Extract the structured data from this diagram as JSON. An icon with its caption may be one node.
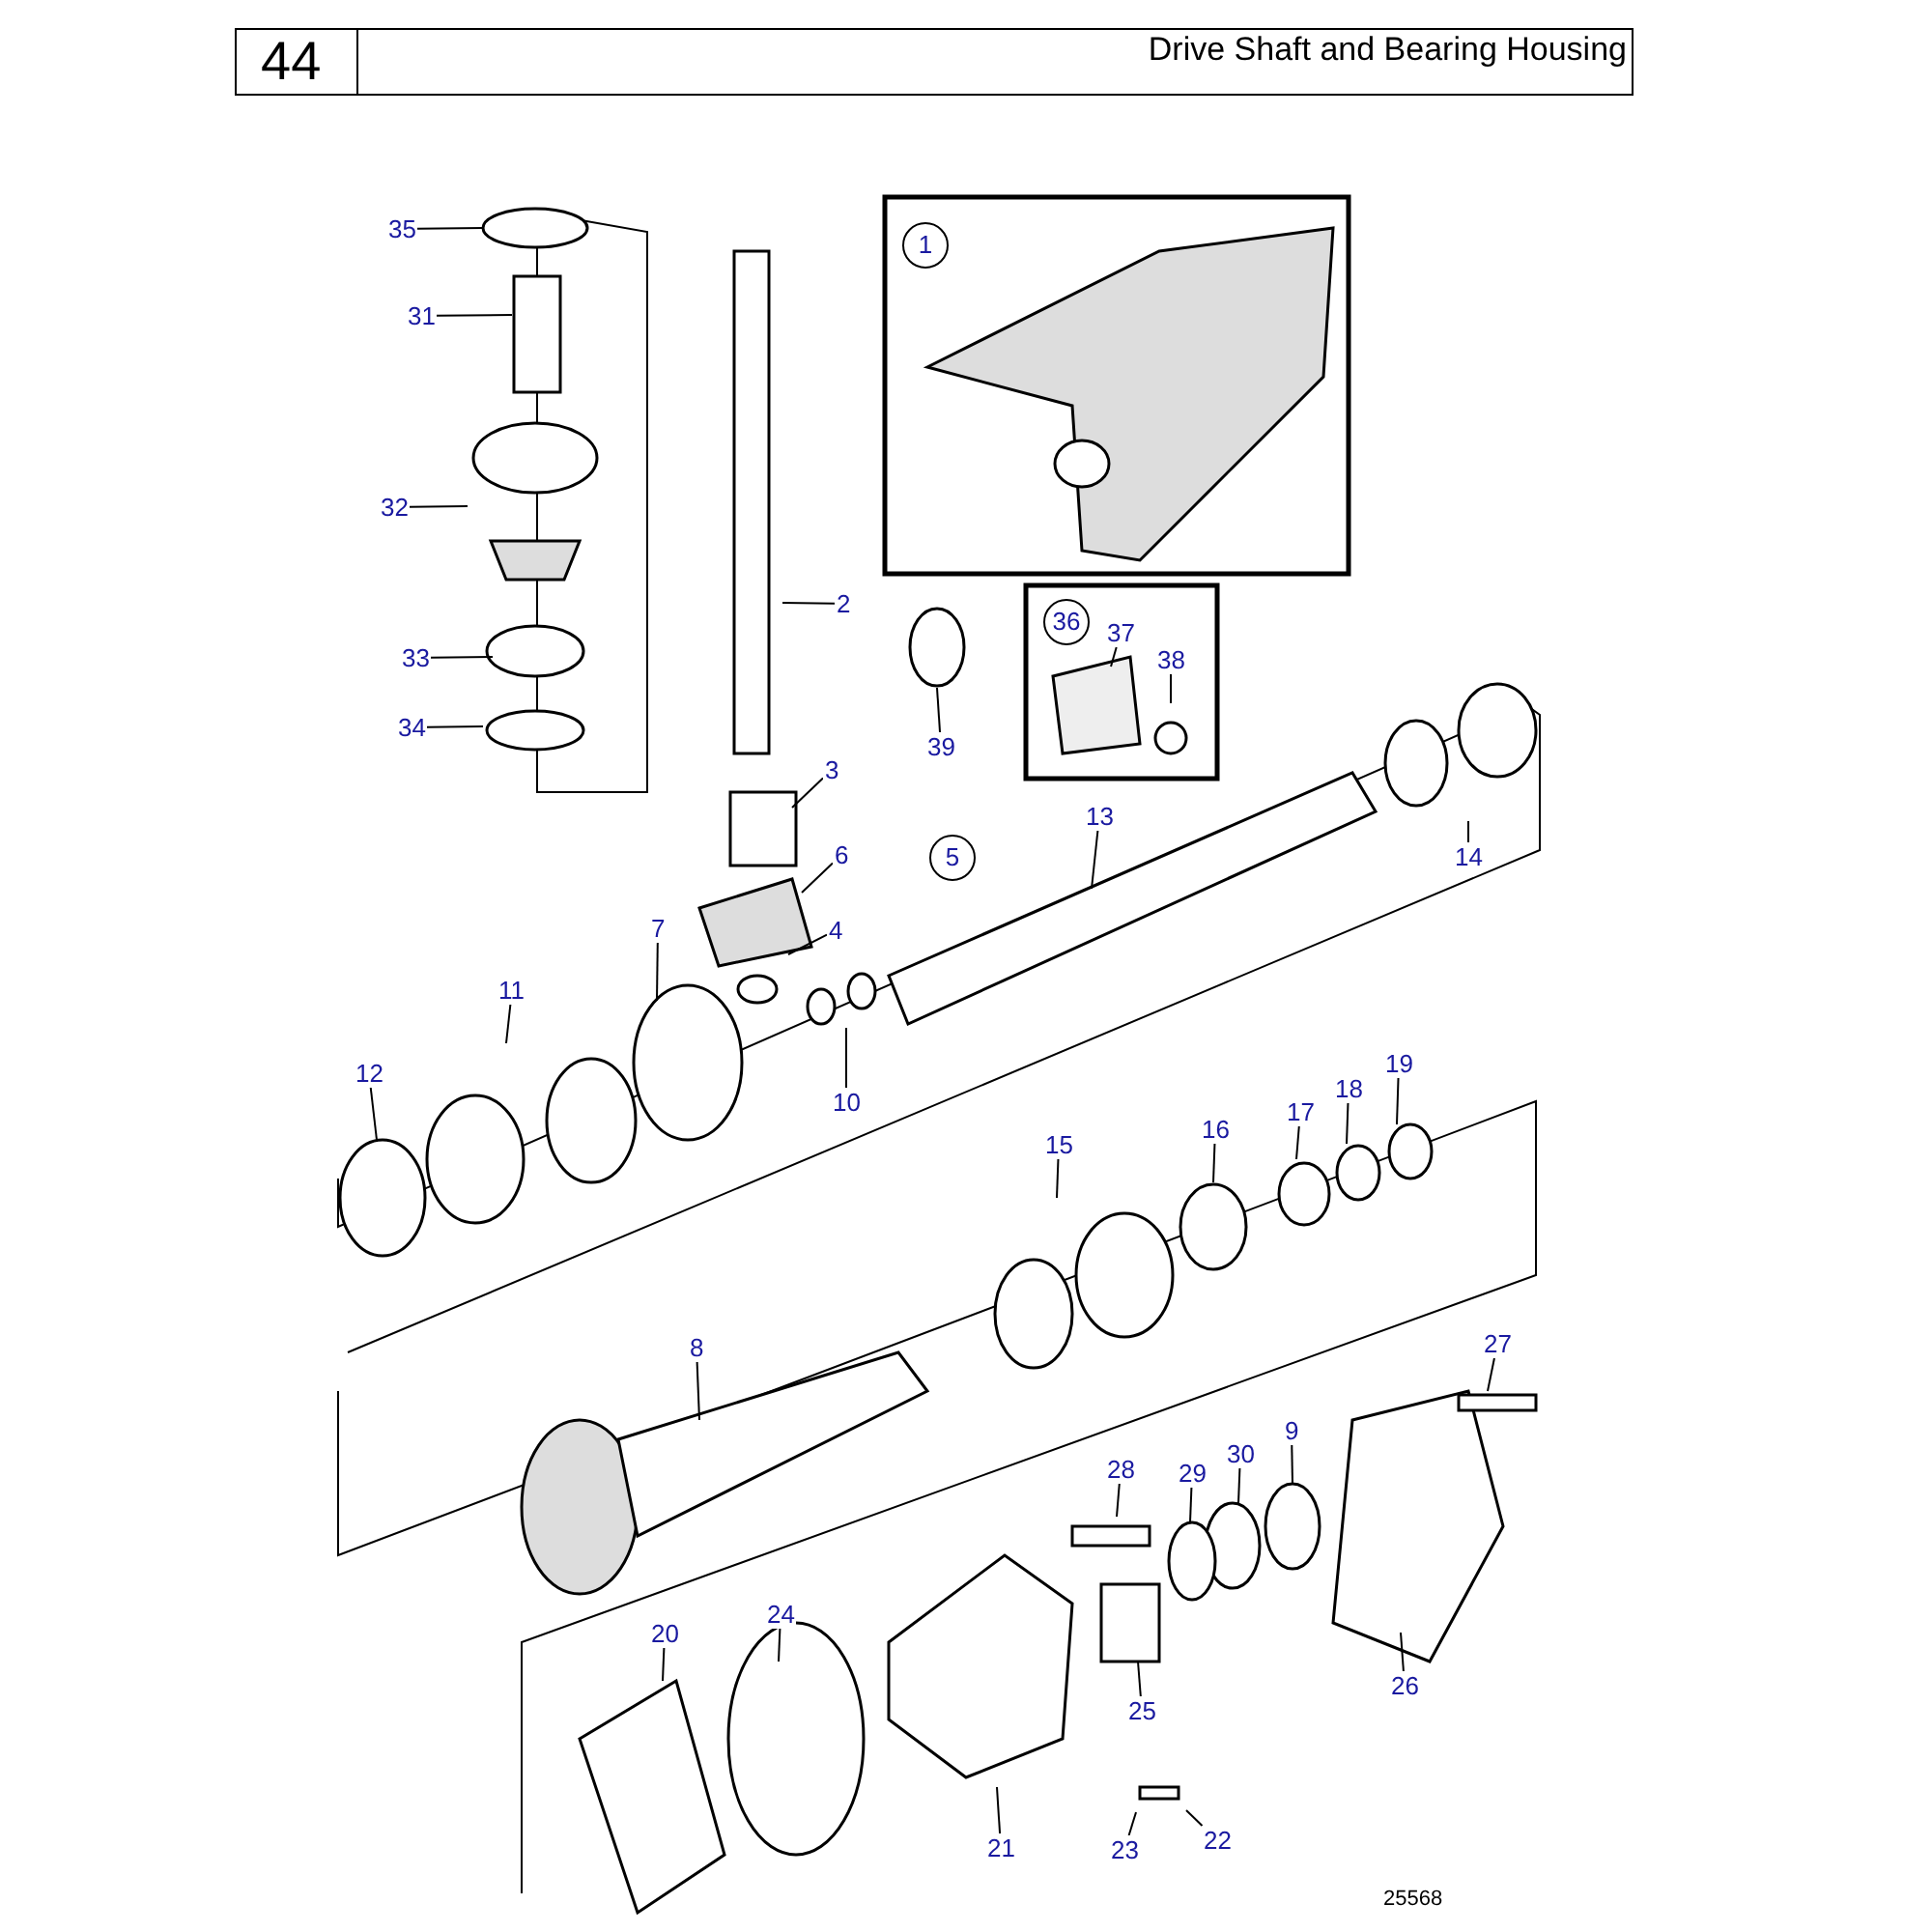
{
  "diagram": {
    "title": "Drive Shaft and Bearing Housing",
    "nodes": [
      {
        "text": [
          "35"
        ]
      },
      {
        "text": [
          "31"
        ]
      },
      {
        "text": [
          "32"
        ]
      },
      {
        "text": [
          "33"
        ]
      },
      {
        "text": [
          "34"
        ]
      },
      {
        "text": [
          "2"
        ]
      },
      {
        "text": [
          "3"
        ]
      },
      {
        "text": [
          "6"
        ]
      },
      {
        "text": [
          "7"
        ]
      },
      {
        "text": [
          "4"
        ]
      },
      {
        "text": [
          "13"
        ]
      },
      {
        "text": [
          "14"
        ]
      },
      {
        "text": [
          "11"
        ]
      },
      {
        "text": [
          "12"
        ]
      },
      {
        "text": [
          "10"
        ]
      },
      {
        "text": [
          "39"
        ]
      },
      {
        "text": [
          "37"
        ]
      },
      {
        "text": [
          "38"
        ]
      },
      {
        "text": [
          "15"
        ]
      },
      {
        "text": [
          "16"
        ]
      },
      {
        "text": [
          "17"
        ]
      },
      {
        "text": [
          "18"
        ]
      },
      {
        "text": [
          "19"
        ]
      },
      {
        "text": [
          "8"
        ]
      },
      {
        "text": [
          "27"
        ]
      },
      {
        "text": [
          "28"
        ]
      },
      {
        "text": [
          "29"
        ]
      },
      {
        "text": [
          "30"
        ]
      },
      {
        "text": [
          "9"
        ]
      },
      {
        "text": [
          "26"
        ]
      },
      {
        "text": [
          "20"
        ]
      },
      {
        "text": [
          "24"
        ]
      },
      {
        "text": [
          "25"
        ]
      },
      {
        "text": [
          "21"
        ]
      },
      {
        "text": [
          "23"
        ]
      },
      {
        "text": [
          "22"
        ]
      }
    ],
    "edges": [
      {
        "from": 0,
        "to": null,
        "arrow": "none"
      },
      {
        "from": 1,
        "to": null,
        "arrow": "none"
      },
      {
        "from": 2,
        "to": null,
        "arrow": "none"
      },
      {
        "from": 3,
        "to": null,
        "arrow": "none"
      },
      {
        "from": 4,
        "to": null,
        "arrow": "none"
      },
      {
        "from": 5,
        "to": null,
        "arrow": "none"
      },
      {
        "from": 6,
        "to": null,
        "arrow": "none"
      },
      {
        "from": 7,
        "to": null,
        "arrow": "none"
      },
      {
        "from": 8,
        "to": null,
        "arrow": "none"
      },
      {
        "from": 9,
        "to": null,
        "arrow": "none"
      },
      {
        "from": 10,
        "to": null,
        "arrow": "none"
      },
      {
        "from": 11,
        "to": null,
        "arrow": "none"
      },
      {
        "from": 12,
        "to": null,
        "arrow": "none"
      },
      {
        "from": 13,
        "to": null,
        "arrow": "none"
      },
      {
        "from": 14,
        "to": null,
        "arrow": "none"
      },
      {
        "from": 15,
        "to": null,
        "arrow": "none"
      },
      {
        "from": 16,
        "to": null,
        "arrow": "none"
      },
      {
        "from": 17,
        "to": null,
        "arrow": "none"
      },
      {
        "from": 18,
        "to": null,
        "arrow": "none"
      },
      {
        "from": 19,
        "to": null,
        "arrow": "none"
      },
      {
        "from": 20,
        "to": null,
        "arrow": "none"
      },
      {
        "from": 21,
        "to": null,
        "arrow": "none"
      },
      {
        "from": 22,
        "to": null,
        "arrow": "none"
      },
      {
        "from": 23,
        "to": null,
        "arrow": "none"
      },
      {
        "from": 24,
        "to": null,
        "arrow": "none"
      },
      {
        "from": 25,
        "to": null,
        "arrow": "none"
      },
      {
        "from": 26,
        "to": null,
        "arrow": "none"
      },
      {
        "from": 27,
        "to": null,
        "arrow": "none"
      },
      {
        "from": 28,
        "to": null,
        "arrow": "none"
      },
      {
        "from": 29,
        "to": null,
        "arrow": "none"
      },
      {
        "from": 30,
        "to": null,
        "arrow": "none"
      },
      {
        "from": 31,
        "to": null,
        "arrow": "none"
      },
      {
        "from": 32,
        "to": null,
        "arrow": "none"
      },
      {
        "from": 33,
        "to": null,
        "arrow": "none"
      },
      {
        "from": 34,
        "to": null,
        "arrow": "none"
      },
      {
        "from": 35,
        "to": null,
        "arrow": "none"
      }
    ],
    "labels": [
      "44",
      "1",
      "36",
      "5",
      "25568"
    ]
  }
}
